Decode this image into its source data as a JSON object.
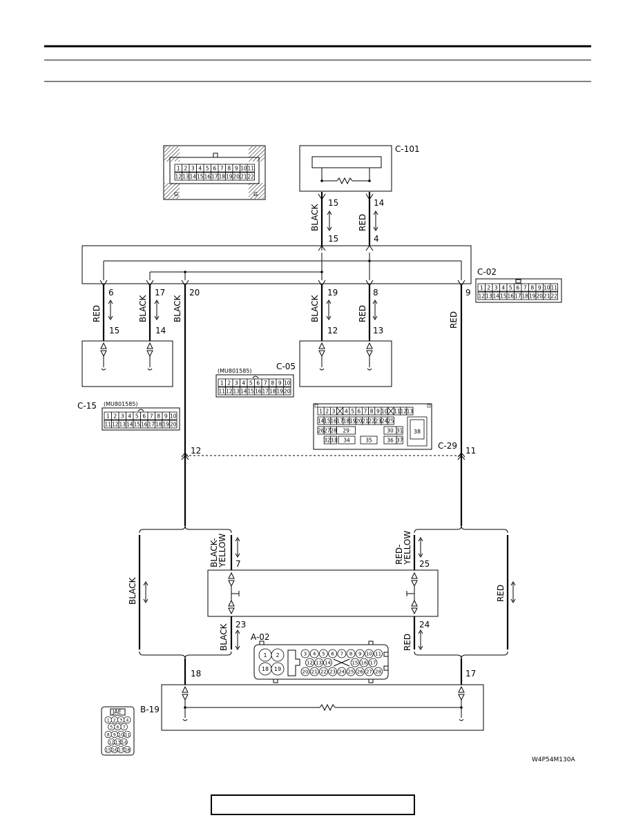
{
  "figure_code": "W4P54M130A",
  "connectors": {
    "c101": "C-101",
    "c02": "C-02",
    "c05": "C-05",
    "c05_part": "(MU801585)",
    "c15": "C-15",
    "c15_part": "(MU801585)",
    "c29": "C-29",
    "a02": "A-02",
    "b19": "B-19",
    "b19_maker": "JAE"
  },
  "wires": {
    "black": "BLACK",
    "red": "RED",
    "black_yellow_1": "BLACK-",
    "black_yellow_2": "YELLOW",
    "red_yellow_1": "RED-",
    "red_yellow_2": "YELLOW"
  },
  "pins": {
    "c101_15": "15",
    "c101_14": "14",
    "c02_15": "15",
    "c02_4": "4",
    "c02_6": "6",
    "c02_17": "17",
    "c02_20": "20",
    "c02_19": "19",
    "c02_8": "8",
    "c02_9": "9",
    "c15_15": "15",
    "c15_14": "14",
    "c05_12": "12",
    "c05_13": "13",
    "c29_12": "12",
    "c29_11": "11",
    "a02_7": "7",
    "a02_25": "25",
    "a02_23": "23",
    "a02_24": "24",
    "b19_18": "18",
    "b19_17": "17"
  },
  "grids": {
    "c101_row1": [
      "1",
      "2",
      "3",
      "4",
      "5",
      "6",
      "7",
      "8",
      "9",
      "10",
      "11"
    ],
    "c101_row2": [
      "12",
      "13",
      "14",
      "15",
      "16",
      "17",
      "18",
      "19",
      "20",
      "21",
      "22"
    ],
    "c101_g": "G",
    "c02_row1": [
      "1",
      "2",
      "3",
      "4",
      "5",
      "6",
      "7",
      "8",
      "9",
      "10",
      "11"
    ],
    "c02_row2": [
      "12",
      "13",
      "14",
      "15",
      "16",
      "17",
      "18",
      "19",
      "20",
      "21",
      "22"
    ],
    "c05_row1": [
      "1",
      "2",
      "3",
      "4",
      "5",
      "6",
      "7",
      "8",
      "9",
      "10"
    ],
    "c05_row2": [
      "11",
      "12",
      "13",
      "14",
      "15",
      "16",
      "17",
      "18",
      "19",
      "20"
    ],
    "c15_row1": [
      "1",
      "2",
      "3",
      "4",
      "5",
      "6",
      "7",
      "8",
      "9",
      "10"
    ],
    "c15_row2": [
      "11",
      "12",
      "13",
      "14",
      "15",
      "16",
      "17",
      "18",
      "19",
      "20"
    ],
    "c29_row1": [
      "1",
      "2",
      "3",
      "4",
      "5",
      "6",
      "7",
      "8",
      "9",
      "10",
      "11",
      "12",
      "13"
    ],
    "c29_row2": [
      "14",
      "15",
      "16",
      "17",
      "18",
      "19",
      "20",
      "21",
      "22",
      "23",
      "24",
      "25"
    ],
    "c29_row3": [
      "26",
      "27",
      "28",
      "29",
      "30",
      "31"
    ],
    "c29_row4": [
      "32",
      "33",
      "34",
      "35",
      "36",
      "37"
    ],
    "c29_big": "38",
    "a02_big": [
      "1",
      "2",
      "18",
      "19"
    ],
    "a02_row1": [
      "3",
      "4",
      "5",
      "6",
      "7",
      "8",
      "9",
      "10",
      "11"
    ],
    "a02_row2": [
      "12",
      "13",
      "14",
      "15",
      "16",
      "17"
    ],
    "a02_row3": [
      "20",
      "21",
      "22",
      "23",
      "24",
      "25",
      "26",
      "27",
      "28"
    ],
    "b19_rows": [
      [
        "1",
        "2",
        "3",
        "4"
      ],
      [
        "5",
        "6",
        "7"
      ],
      [
        "8",
        "9",
        "10",
        "11"
      ],
      [
        "12",
        "13",
        "14"
      ],
      [
        "15",
        "16",
        "17",
        "18"
      ]
    ]
  }
}
